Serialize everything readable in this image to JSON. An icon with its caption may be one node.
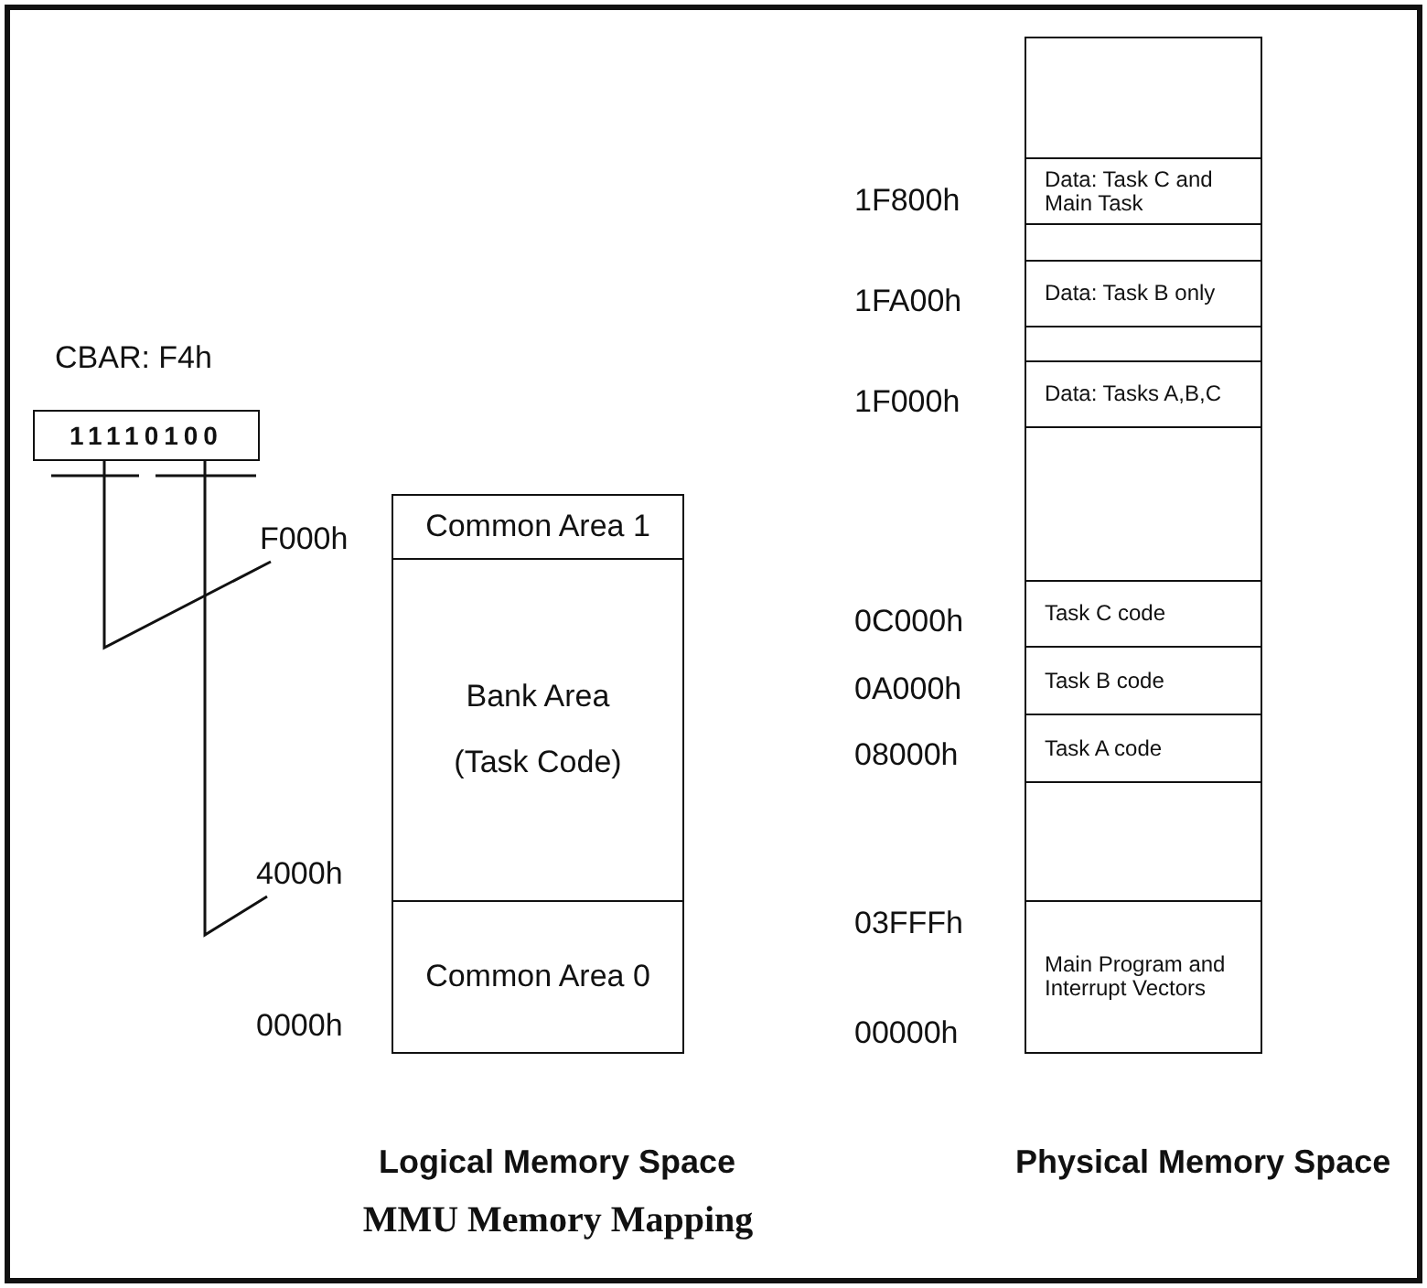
{
  "diagram": {
    "caption": "MMU Memory Mapping",
    "nodes": [
      {
        "text": [
          "11110100"
        ],
        "beside": [
          "CBAR: F4h"
        ]
      },
      {
        "text": [
          "F000h"
        ]
      },
      {
        "text": [
          "4000h"
        ]
      },
      {
        "text": [
          "Common Area 1"
        ]
      },
      {
        "text": [
          "Bank Area (Task Code)"
        ]
      },
      {
        "text": [
          "Common Area 0"
        ]
      },
      {
        "text": [],
        "shape": "box"
      },
      {
        "text": [
          "Data: Task C and Main Task"
        ]
      },
      {
        "text": [],
        "shape": "box"
      },
      {
        "text": [
          "Data: Task B only"
        ]
      },
      {
        "text": [],
        "shape": "box"
      },
      {
        "text": [
          "Data: Tasks A,B,C"
        ]
      },
      {
        "text": [],
        "shape": "box"
      },
      {
        "text": [
          "Task C code"
        ]
      },
      {
        "text": [
          "Task B code"
        ]
      },
      {
        "text": [
          "Task A code"
        ]
      },
      {
        "text": [],
        "shape": "box"
      },
      {
        "text": [
          "Main Program and Interrupt Vectors"
        ]
      }
    ],
    "edges": [
      {
        "from": 0,
        "to": 1,
        "arrow": "none"
      },
      {
        "from": 0,
        "to": 2,
        "arrow": "none"
      }
    ],
    "labels": [
      "0000h",
      "1F800h",
      "1FA00h",
      "1F000h",
      "0C000h",
      "0A000h",
      "08000h",
      "03FFFh",
      "00000h",
      "Logical Memory Space",
      "Physical Memory Space"
    ]
  }
}
